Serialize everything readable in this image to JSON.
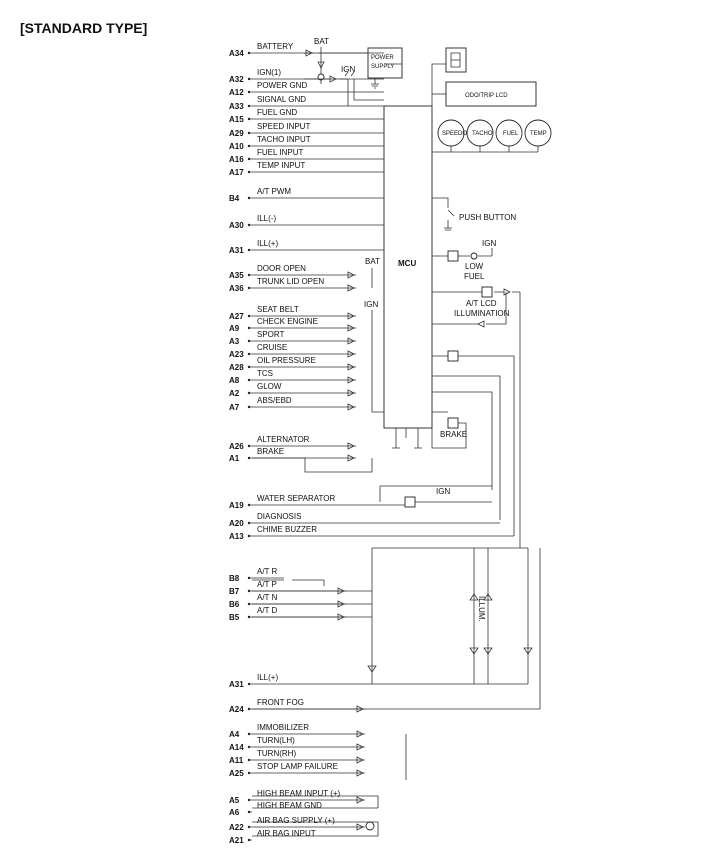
{
  "title": "[STANDARD TYPE]",
  "mcu_label": "MCU",
  "pins_top": [
    {
      "pin": "A34",
      "label": "BATTERY"
    },
    {
      "pin": "A32",
      "label": "IGN(1)"
    },
    {
      "pin": "A12",
      "label": "POWER GND"
    },
    {
      "pin": "A33",
      "label": "SIGNAL GND"
    },
    {
      "pin": "A15",
      "label": "FUEL GND"
    },
    {
      "pin": "A29",
      "label": "SPEED INPUT"
    },
    {
      "pin": "A10",
      "label": "TACHO INPUT"
    },
    {
      "pin": "A16",
      "label": "FUEL INPUT"
    },
    {
      "pin": "A17",
      "label": "TEMP INPUT"
    }
  ],
  "pins_mid": [
    {
      "pin": "B4",
      "label": "A/T PWM"
    },
    {
      "pin": "A30",
      "label": "ILL(-)"
    },
    {
      "pin": "A31",
      "label": "ILL(+)"
    },
    {
      "pin": "A35",
      "label": "DOOR OPEN"
    },
    {
      "pin": "A36",
      "label": "TRUNK LID OPEN"
    },
    {
      "pin": "A27",
      "label": "SEAT BELT"
    },
    {
      "pin": "A9",
      "label": "CHECK ENGINE"
    },
    {
      "pin": "A3",
      "label": "SPORT"
    },
    {
      "pin": "A23",
      "label": "CRUISE"
    },
    {
      "pin": "A28",
      "label": "OIL PRESSURE"
    },
    {
      "pin": "A8",
      "label": "TCS"
    },
    {
      "pin": "A2",
      "label": "GLOW"
    },
    {
      "pin": "A7",
      "label": "ABS/EBD"
    },
    {
      "pin": "A26",
      "label": "ALTERNATOR"
    },
    {
      "pin": "A1",
      "label": "BRAKE"
    },
    {
      "pin": "A19",
      "label": "WATER SEPARATOR"
    },
    {
      "pin": "A20",
      "label": "DIAGNOSIS"
    },
    {
      "pin": "A13",
      "label": "CHIME BUZZER"
    }
  ],
  "pins_at": [
    {
      "pin": "B8",
      "label": "A/T R"
    },
    {
      "pin": "B7",
      "label": "A/T P"
    },
    {
      "pin": "B6",
      "label": "A/T N"
    },
    {
      "pin": "B5",
      "label": "A/T D"
    }
  ],
  "pins_bottom": [
    {
      "pin": "A31",
      "label": "ILL(+)"
    },
    {
      "pin": "A24",
      "label": "FRONT FOG"
    },
    {
      "pin": "A4",
      "label": "IMMOBILIZER"
    },
    {
      "pin": "A14",
      "label": "TURN(LH)"
    },
    {
      "pin": "A11",
      "label": "TURN(RH)"
    },
    {
      "pin": "A25",
      "label": "STOP LAMP FAILURE"
    },
    {
      "pin": "A5",
      "label": "HIGH BEAM INPUT (+)"
    },
    {
      "pin": "A6",
      "label": "HIGH BEAM GND"
    },
    {
      "pin": "A22",
      "label": "AIR BAG SUPPLY (+)"
    },
    {
      "pin": "A21",
      "label": "AIR BAG INPUT"
    }
  ],
  "labels": {
    "bat_top": "BAT",
    "ign_top": "IGN",
    "power_supply_1": "POWER",
    "power_supply_2": "SUPPLY",
    "odo_lcd": "ODO/TRIP LCD",
    "gauge_speedo": "SPEEDO",
    "gauge_tacho": "TACHO",
    "gauge_fuel": "FUEL",
    "gauge_temp": "TEMP",
    "push_button": "PUSH BUTTON",
    "ign_low_fuel": "IGN",
    "low_fuel_1": "LOW",
    "low_fuel_2": "FUEL",
    "at_lcd_1": "A/T LCD",
    "at_lcd_2": "ILLUMINATION",
    "bat_door": "BAT",
    "ign_warn": "IGN",
    "brake_right": "BRAKE",
    "ign_water": "IGN",
    "illum": "ILLUM."
  },
  "colors": {
    "line": "#333333",
    "text": "#111111",
    "background": "#ffffff"
  }
}
